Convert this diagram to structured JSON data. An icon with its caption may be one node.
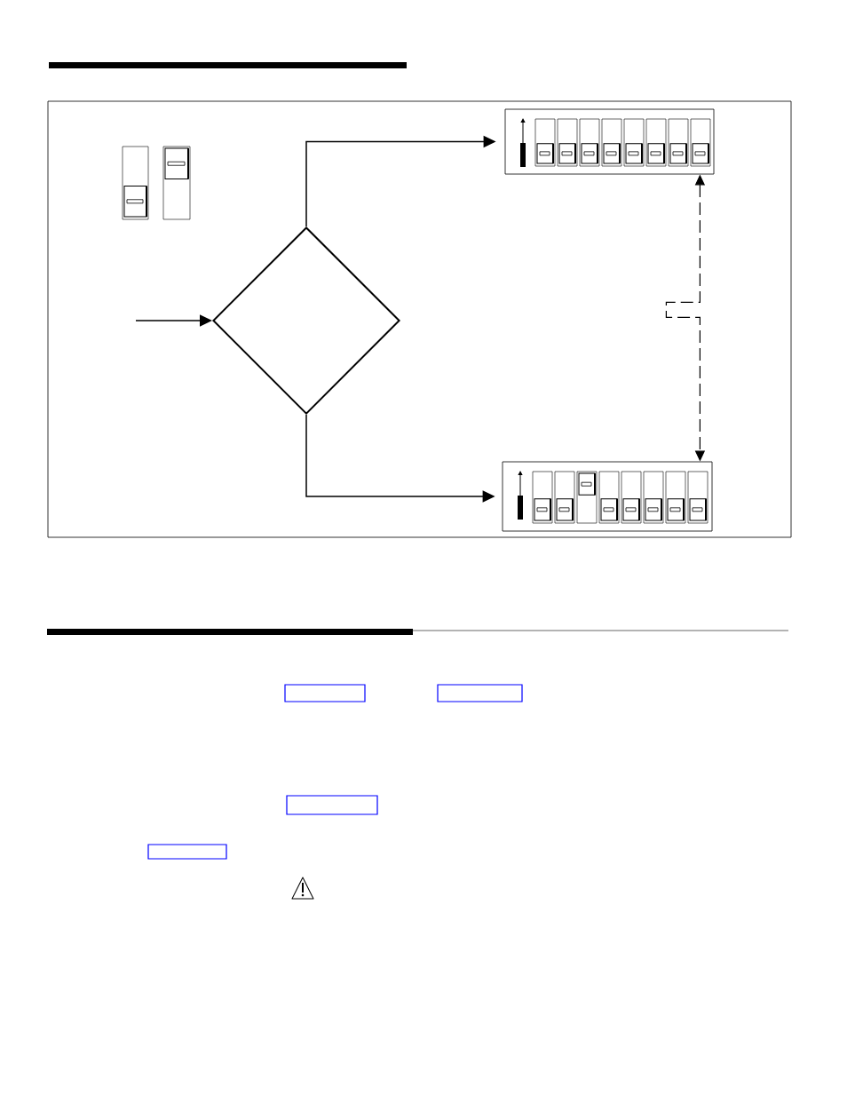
{
  "diagram": {
    "nodes": [
      {
        "text": [],
        "shape": "diamond"
      },
      {
        "text": [],
        "shape": "picture"
      },
      {
        "text": [],
        "shape": "picture"
      },
      {
        "text": [],
        "shape": "box"
      },
      {
        "text": [],
        "shape": "box"
      },
      {
        "text": [],
        "shape": "box"
      },
      {
        "text": [],
        "shape": "box"
      }
    ],
    "edges": [
      {
        "from": null,
        "to": 0,
        "arrow": "to"
      },
      {
        "from": 0,
        "to": 1,
        "arrow": "to"
      },
      {
        "from": 0,
        "to": 2,
        "arrow": "to"
      },
      {
        "from": 1,
        "to": 2,
        "arrow": "both",
        "style": "dashed"
      }
    ]
  }
}
